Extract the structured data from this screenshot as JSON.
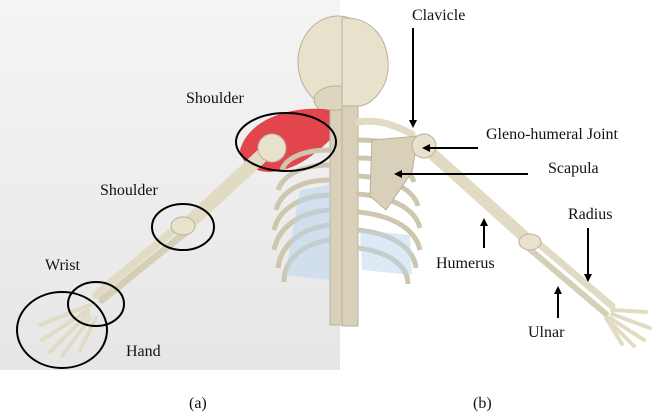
{
  "panel_a": {
    "labels": {
      "shoulder_top": "Shoulder",
      "shoulder_elbow": "Shoulder",
      "wrist": "Wrist",
      "hand": "Hand"
    },
    "caption": "(a)"
  },
  "panel_b": {
    "labels": {
      "clavicle": "Clavicle",
      "gleno_humeral": "Gleno-humeral Joint",
      "scapula": "Scapula",
      "radius": "Radius",
      "humerus": "Humerus",
      "ulnar": "Ulnar"
    },
    "caption": "(b)"
  },
  "colors": {
    "bone": "#e8e1cc",
    "bone_shadow": "#b9b29c",
    "muscle": "#e0333a",
    "cartilage": "#bcd6ee",
    "circle": "#000000",
    "arrow": "#000000"
  }
}
